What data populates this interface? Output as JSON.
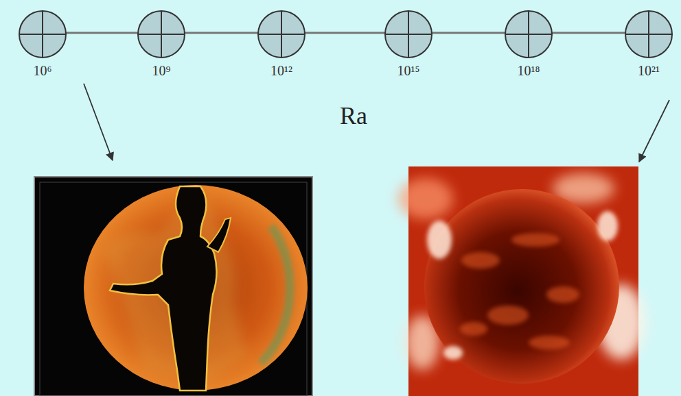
{
  "diagram": {
    "labels": [
      "10⁶",
      "10⁹",
      "10¹²",
      "10¹⁵",
      "10¹⁸",
      "10²¹",
      "Ra"
    ]
  }
}
